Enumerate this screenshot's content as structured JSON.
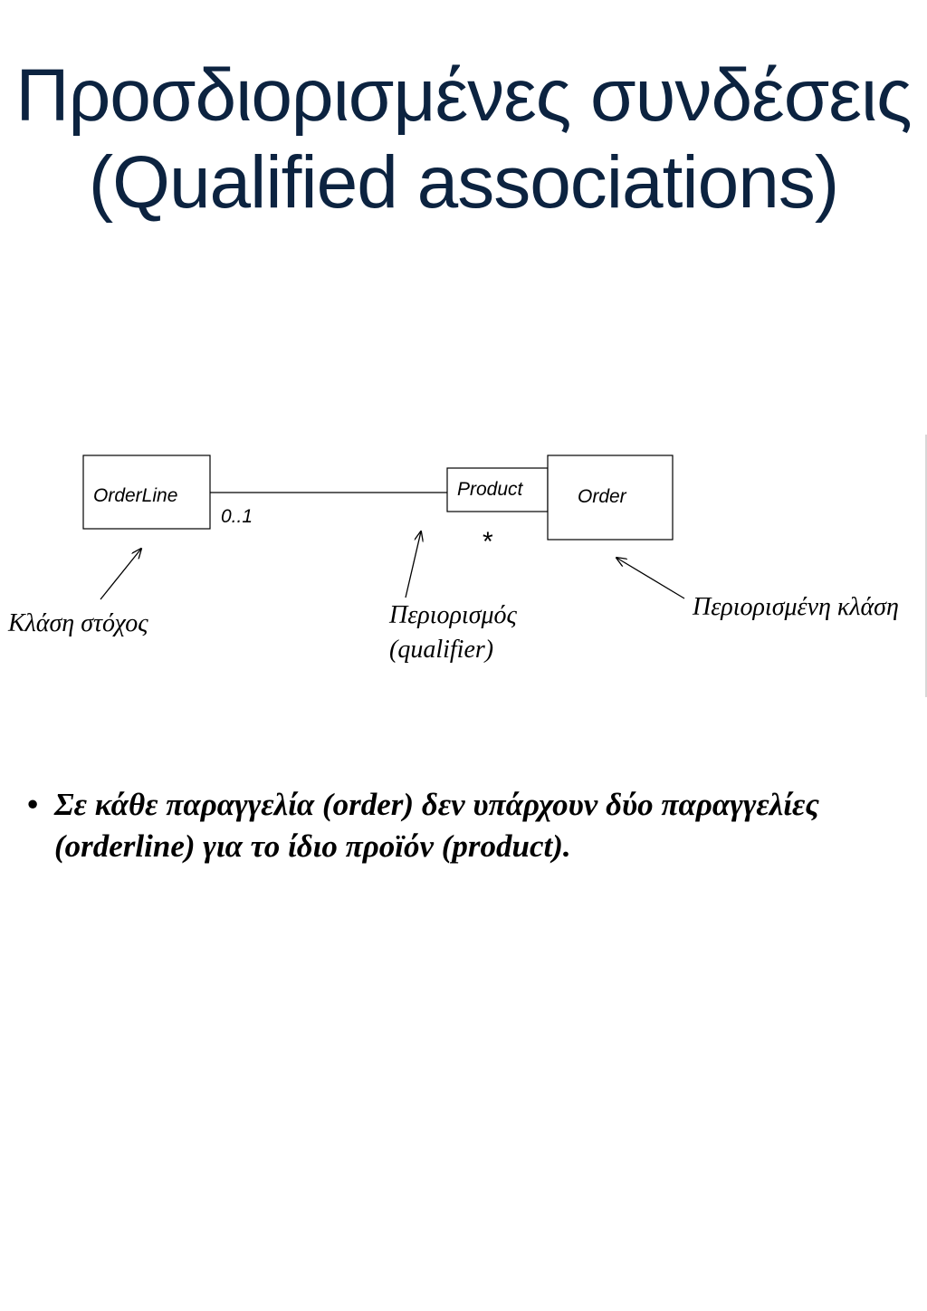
{
  "title": {
    "line1": "Προσδιορισμένες συνδέσεις",
    "line2": "(Qualified associations)"
  },
  "diagram": {
    "target_class": "OrderLine",
    "qualifier": "Product",
    "qualified_class": "Order",
    "multiplicity_target": "0..1",
    "multiplicity_qualifier": "*",
    "annotations": {
      "target": "Κλάση στόχος",
      "qualifier_line1": "Περιορισμός",
      "qualifier_line2": "(qualifier)",
      "qualified": "Περιορισμένη κλάση"
    }
  },
  "bullets": [
    "Σε κάθε παραγγελία (order) δεν υπάρχουν δύο παραγγελίες (orderline) για το ίδιο προϊόν (product)."
  ]
}
